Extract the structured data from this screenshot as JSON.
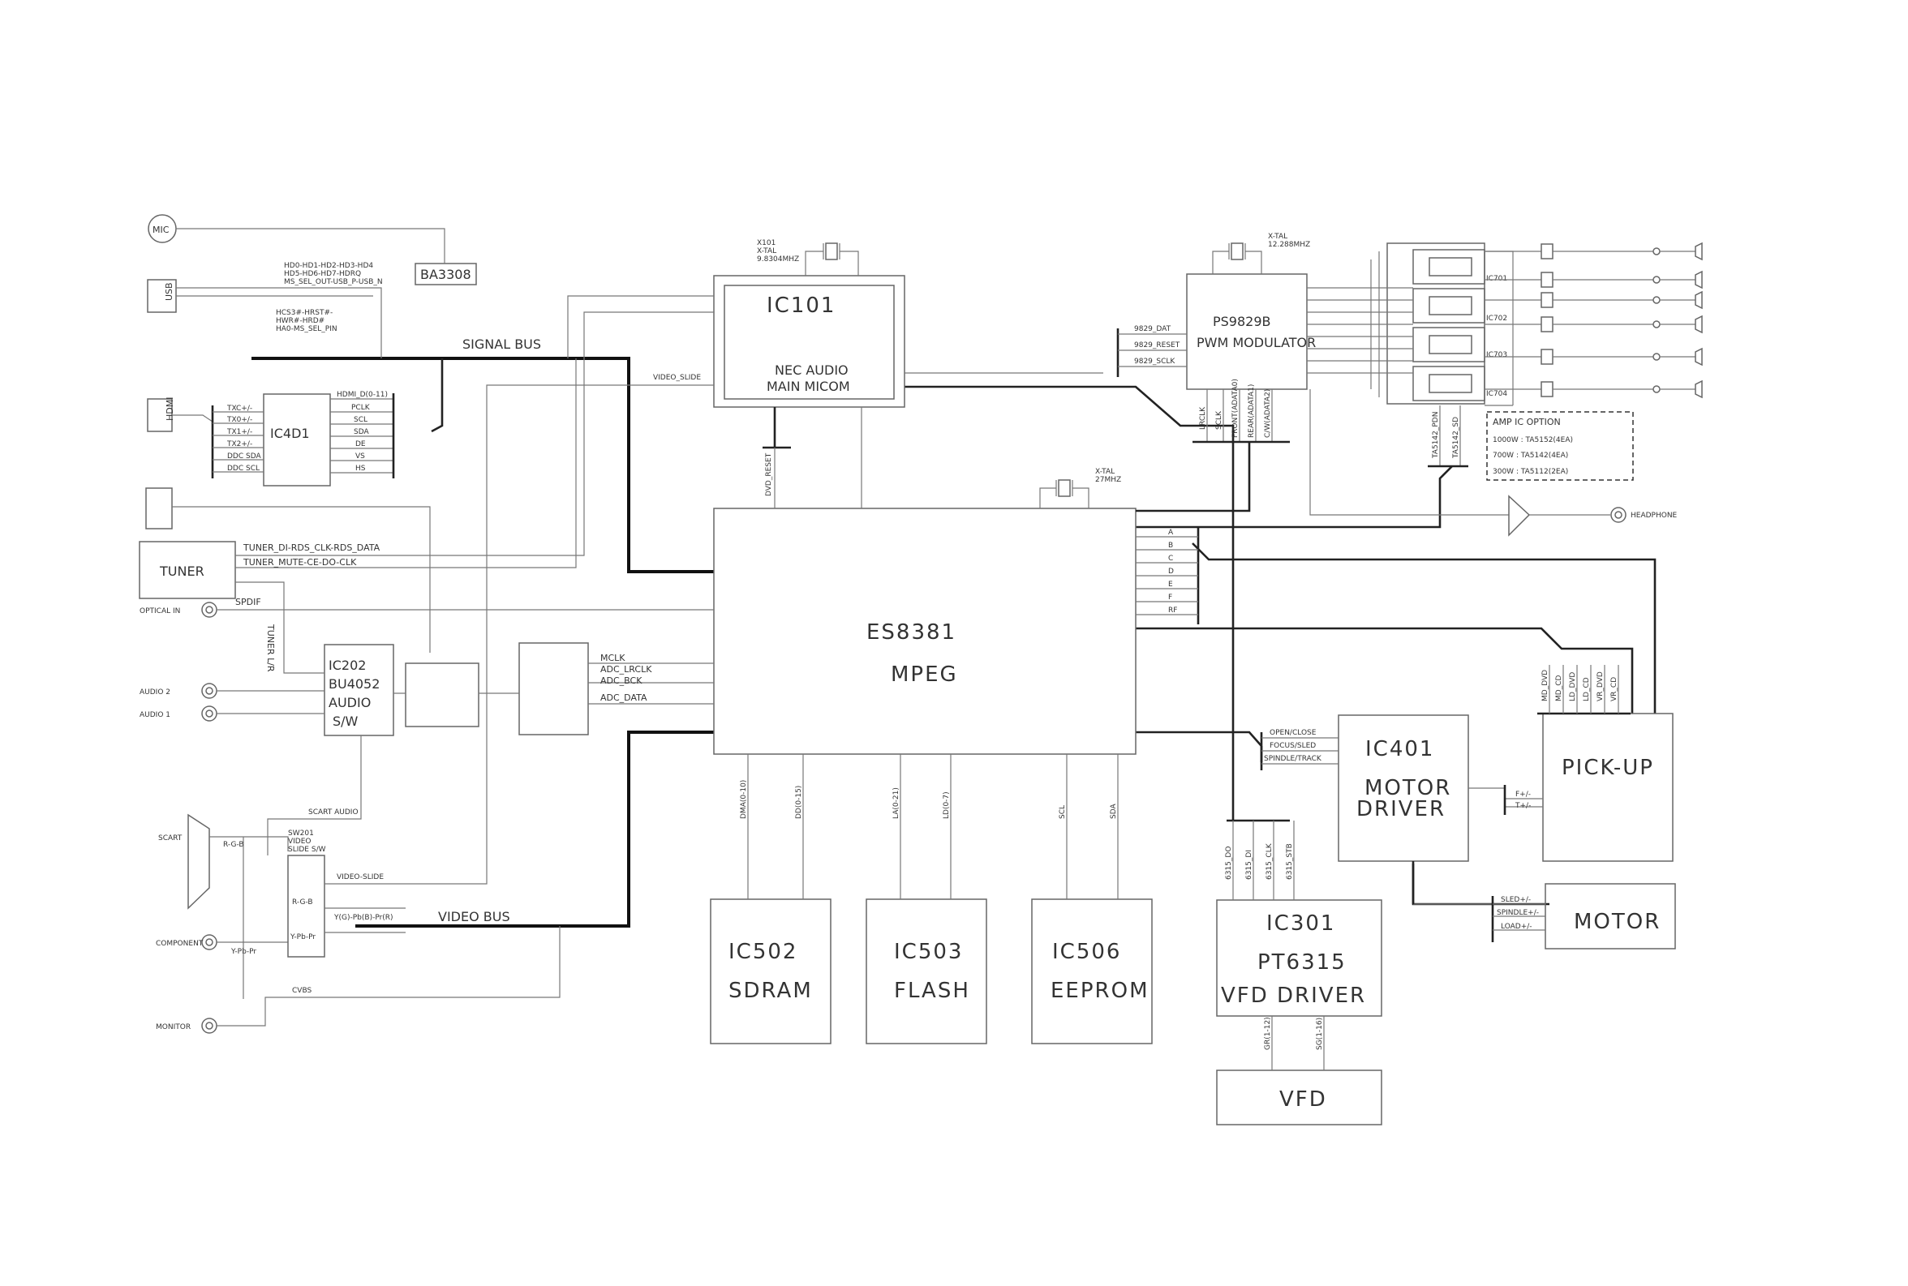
{
  "blocks": {
    "ic101": [
      "IC101",
      "NEC AUDIO",
      "MAIN MICOM"
    ],
    "ps9829b": [
      "PS9829B",
      "PWM MODULATOR"
    ],
    "es8381": [
      "ES8381",
      "MPEG"
    ],
    "ic4d1": "IC4D1",
    "ic202": [
      "IC202",
      "BU4052",
      "AUDIO",
      "S/W"
    ],
    "ic401": [
      "IC401",
      "MOTOR",
      "DRIVER"
    ],
    "pickup": "PICK-UP",
    "motor": "MOTOR",
    "ic301": [
      "IC301",
      "PT6315",
      "VFD DRIVER"
    ],
    "vfd": "VFD",
    "ic502": [
      "IC502",
      "SDRAM"
    ],
    "ic503": [
      "IC503",
      "FLASH"
    ],
    "ic506": [
      "IC506",
      "EEPROM"
    ],
    "ba3308": "BA3308",
    "tuner": "TUNER",
    "ic701": "IC701",
    "ic702": "IC702",
    "ic703": "IC703",
    "ic704": "IC704"
  },
  "connectors": {
    "mic": "MIC",
    "usb": "USB",
    "hdmi": "HDMI",
    "optical_in": "OPTICAL IN",
    "audio2": "AUDIO 2",
    "audio1": "AUDIO 1",
    "scart": "SCART",
    "component": "COMPONENT",
    "monitor": "MONITOR",
    "headphone": "HEADPHONE"
  },
  "crystals": {
    "x101": [
      "X101",
      "X-TAL",
      "9.8304MHZ"
    ],
    "pwm": [
      "X-TAL",
      "12.288MHZ"
    ],
    "mpeg": [
      "X-TAL",
      "27MHZ"
    ]
  },
  "signals": {
    "signal_bus": "SIGNAL BUS",
    "video_bus": "VIDEO BUS",
    "hd_line1": "HD0-HD1-HD2-HD3-HD4",
    "hd_line2": "HD5-HD6-HD7-HDRQ",
    "hd_line3": "MS_SEL_OUT-USB_P-USB_N",
    "hc_line1": "HCS3#-HRST#-",
    "hc_line2": "HWR#-HRD#",
    "hc_line3": "HA0-MS_SEL_PIN",
    "video_slide_top": "VIDEO_SLIDE",
    "dvd_reset": "DVD_RESET",
    "tuner_line1": "TUNER_DI-RDS_CLK-RDS_DATA",
    "tuner_line2": "TUNER_MUTE-CE-DO-CLK",
    "spdif": "SPDIF",
    "tuner_lr": "TUNER L/R",
    "mclk": "MCLK",
    "adc_lrclk": "ADC_LRCLK",
    "adc_bck": "ADC_BCK",
    "adc_data": "ADC_DATA",
    "scart_audio": "SCART AUDIO",
    "sw201": [
      "SW201",
      "VIDEO",
      "SLIDE S/W"
    ],
    "rgb_scart": "R-G-B",
    "rgb_sw": "R-G-B",
    "ypbpr_sw": "Y-Pb-Pr",
    "ypbpr_comp": "Y-Pb-Pr",
    "video_slide_bottom": "VIDEO-SLIDE",
    "ypbpr_bus": "Y(G)-Pb(B)-Pr(R)",
    "cvbs": "CVBS",
    "dma": "DMA(0-10)",
    "dd": "DD(0-15)",
    "la": "LA(0-21)",
    "ld": "LD(0-7)",
    "scl": "SCL",
    "sda": "SDA",
    "open_close": "OPEN/CLOSE",
    "focus_sled": "FOCUS/SLED",
    "spindle_track": "SPINDLE/TRACK",
    "f_pm": "F+/-",
    "t_pm": "T+/-",
    "sled_pm": "SLED+/-",
    "spindle_pm": "SPINDLE+/-",
    "load_pm": "LOAD+/-",
    "pt_do": "6315_DO",
    "pt_di": "6315_DI",
    "pt_clk": "6315_CLK",
    "pt_stb": "6315_STB",
    "gr": "GR(1-12)",
    "sg": "SG(1-16)",
    "dat9829": "9829_DAT",
    "reset9829": "9829_RESET",
    "sclk9829": "9829_SCLK",
    "lrclk": "LRCLK",
    "sclk": "SCLK",
    "front": "FRONT(ADATA0)",
    "rear": "REAR(ADATA1)",
    "cw": "C/W(ADATA2)",
    "ta_pdn": "TA5142_PDN",
    "ta_sd": "TA5142_SD",
    "mpeg_bus": [
      "A",
      "B",
      "C",
      "D",
      "E",
      "F",
      "RF"
    ],
    "pickup_pins": [
      "MD_DVD",
      "MD_CD",
      "LD_DVD",
      "LD_CD",
      "VR_DVD",
      "VR_CD"
    ],
    "hdmi_in": [
      "TXC+/-",
      "TX0+/-",
      "TX1+/-",
      "TX2+/-",
      "DDC SDA",
      "DDC SCL"
    ],
    "hdmi_out": [
      "HDMI_D(0-11)",
      "PCLK",
      "SCL",
      "SDA",
      "DE",
      "VS",
      "HS"
    ]
  },
  "amp_option": {
    "title": "AMP IC OPTION",
    "lines": [
      "1000W : TA5152(4EA)",
      "700W : TA5142(4EA)",
      "300W : TA5112(2EA)"
    ]
  }
}
